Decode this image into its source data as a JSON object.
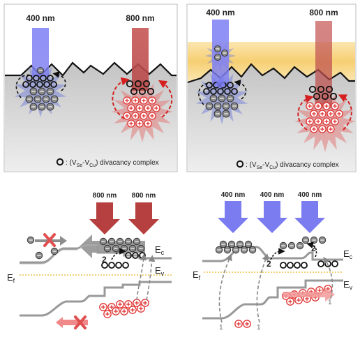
{
  "panels": {
    "top_left": {
      "beam_labels": [
        "400 nm",
        "800 nm"
      ],
      "legend_text": ": (V",
      "legend_sub1": "Se",
      "legend_mid": "-V",
      "legend_sub2": "Cu",
      "legend_end": ") divacancy complex"
    },
    "top_right": {
      "beam_labels": [
        "400 nm",
        "800 nm"
      ],
      "legend_text": ": (V",
      "legend_sub1": "Se",
      "legend_mid": "-V",
      "legend_sub2": "Cu",
      "legend_end": ") divacancy complex"
    },
    "bottom_left": {
      "beam_labels": [
        "800 nm",
        "800 nm"
      ],
      "ec_label": "E",
      "ec_sub": "c",
      "ev_label": "E",
      "ev_sub": "v",
      "ef_label": "E",
      "ef_sub": "f",
      "step_label": "2"
    },
    "bottom_right": {
      "beam_labels": [
        "400 nm",
        "400 nm",
        "400 nm"
      ],
      "ec_label": "E",
      "ec_sub": "c",
      "ev_label": "E",
      "ev_sub": "v",
      "ef_label": "E",
      "ef_sub": "f",
      "step_labels": [
        "2",
        "2",
        "1",
        "1",
        "1"
      ]
    }
  },
  "colors": {
    "blue_beam": "#7b7cf0",
    "red_beam": "#b5403f",
    "gray_substrate": "#c8c8c8",
    "yellow_layer": "#f8d78a",
    "hole_red": "#e0302f"
  }
}
